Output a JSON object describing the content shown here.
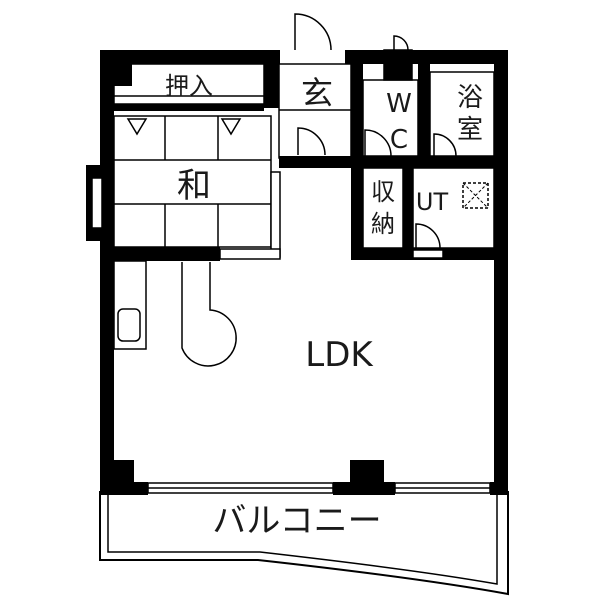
{
  "rooms": {
    "oshiire": "押入",
    "genkan": "玄",
    "wc_w": "W",
    "wc_c": "C",
    "yokushitsu_1": "浴",
    "yokushitsu_2": "室",
    "washitsu": "和",
    "shuno_1": "収",
    "shuno_2": "納",
    "ut": "UT",
    "ldk": "LDK",
    "balcony": "バルコニー"
  },
  "colors": {
    "wall": "#000000",
    "background": "#ffffff",
    "text": "#1a1a1a"
  },
  "icons": {
    "washing_machine": "washing-machine-icon",
    "sink": "sink-icon",
    "door_swing": "door-swing-icon"
  }
}
